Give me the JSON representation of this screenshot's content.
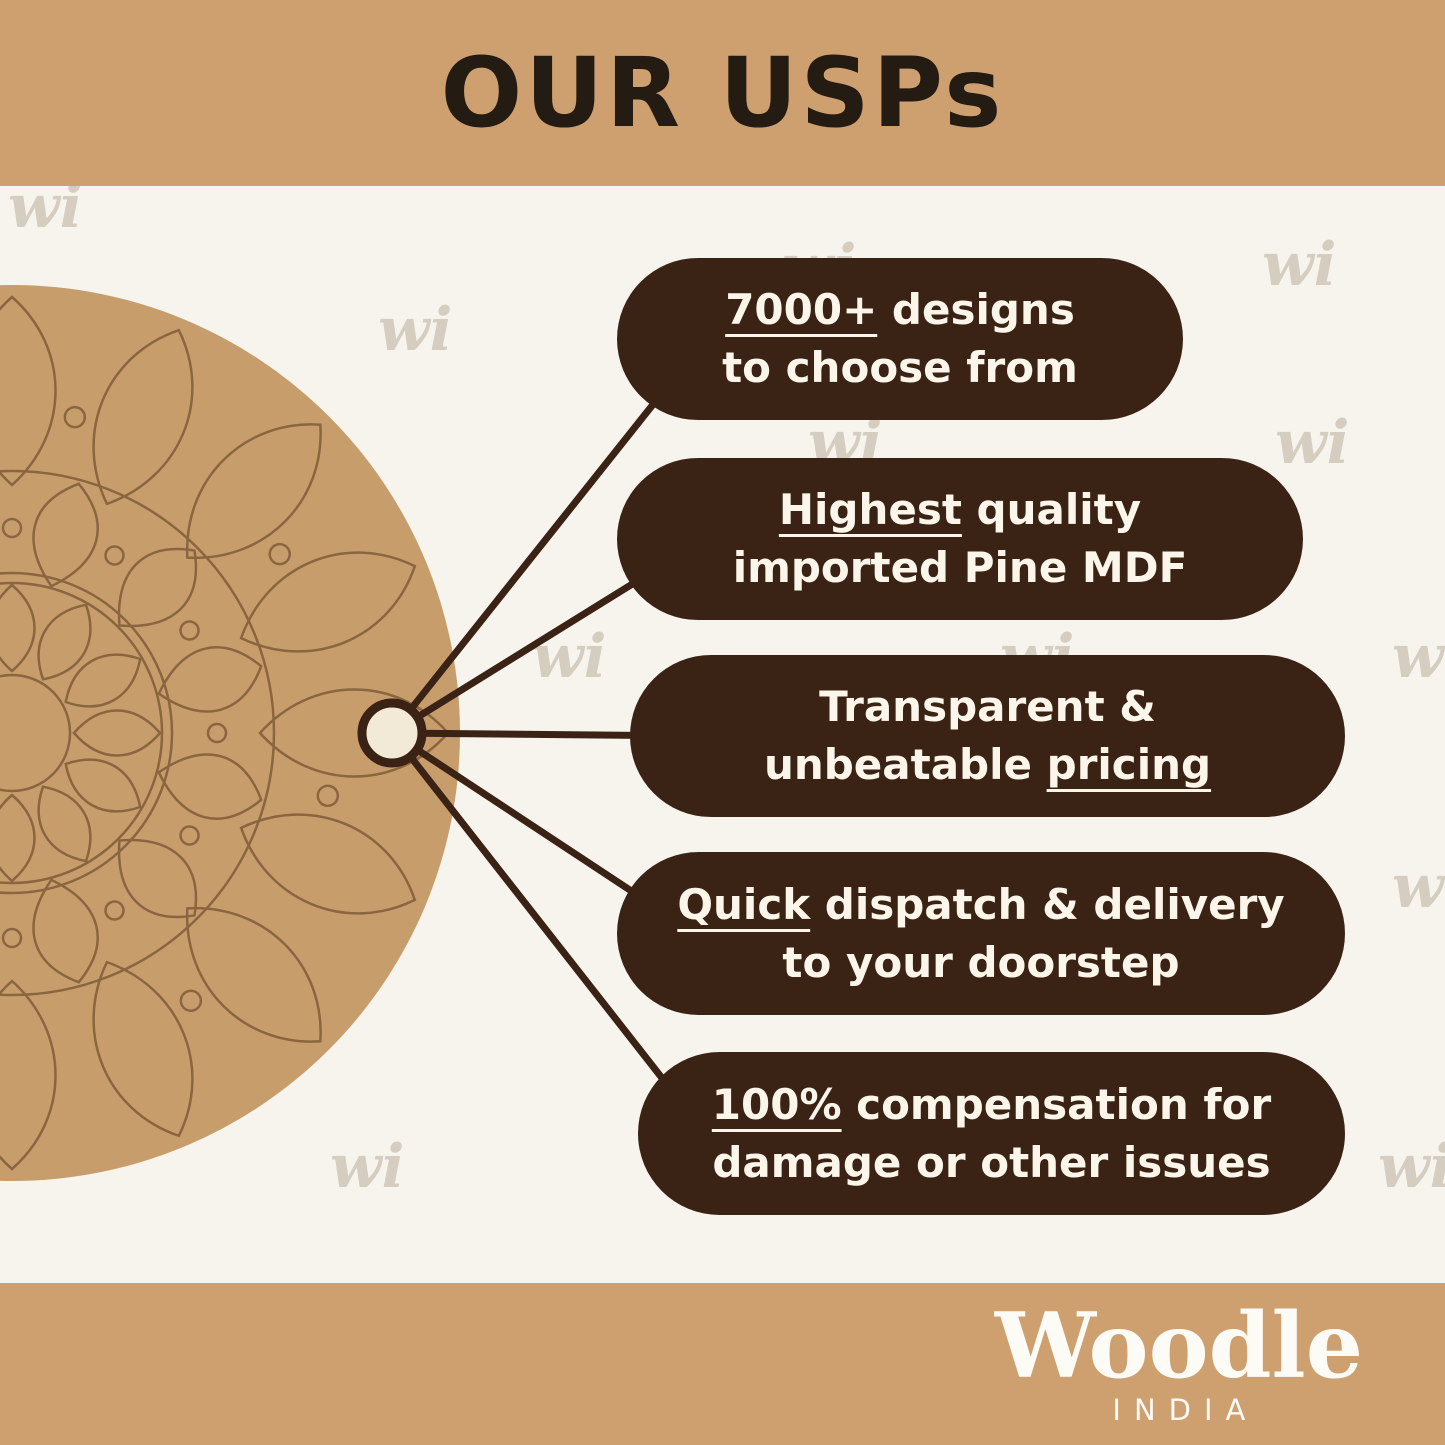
{
  "header": {
    "title": "OUR USPs"
  },
  "watermark": {
    "text": "wi"
  },
  "pills": [
    {
      "l1_pre": "",
      "l1_u": "7000+",
      "l1_post": " designs",
      "l2_pre": "to choose from",
      "l2_u": "",
      "l2_post": ""
    },
    {
      "l1_pre": "",
      "l1_u": "Highest",
      "l1_post": " quality",
      "l2_pre": "imported Pine MDF",
      "l2_u": "",
      "l2_post": ""
    },
    {
      "l1_pre": "Transparent &",
      "l1_u": "",
      "l1_post": "",
      "l2_pre": "unbeatable ",
      "l2_u": "pricing",
      "l2_post": ""
    },
    {
      "l1_pre": "",
      "l1_u": "Quick",
      "l1_post": " dispatch & delivery",
      "l2_pre": "to your doorstep",
      "l2_u": "",
      "l2_post": ""
    },
    {
      "l1_pre": "",
      "l1_u": "100%",
      "l1_post": " compensation for",
      "l2_pre": "damage or other issues",
      "l2_u": "",
      "l2_post": ""
    }
  ],
  "brand": {
    "name": "Woodle",
    "country": "INDIA"
  },
  "colors": {
    "band_tan": "#CEA06F",
    "pill_brown": "#3A2315",
    "wood": "#C79E6B",
    "mandala_line": "#8A6540",
    "cream_text": "#FBF5EA",
    "header_text": "#241B12",
    "background": "#F7F4EE"
  }
}
